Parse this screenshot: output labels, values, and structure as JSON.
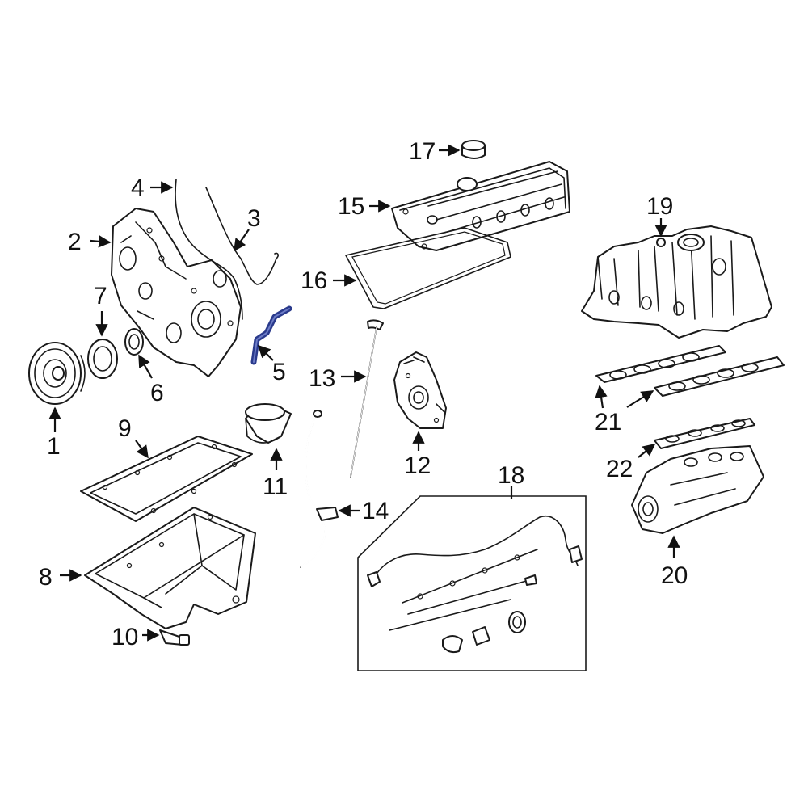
{
  "highlight_color": "#2a3a8c",
  "callouts": {
    "c1": "1",
    "c2": "2",
    "c3": "3",
    "c4": "4",
    "c5": "5",
    "c6": "6",
    "c7": "7",
    "c8": "8",
    "c9": "9",
    "c10": "10",
    "c11": "11",
    "c12": "12",
    "c13": "13",
    "c14": "14",
    "c15": "15",
    "c16": "16",
    "c17": "17",
    "c18": "18",
    "c19": "19",
    "c20": "20",
    "c21": "21",
    "c22": "22"
  }
}
